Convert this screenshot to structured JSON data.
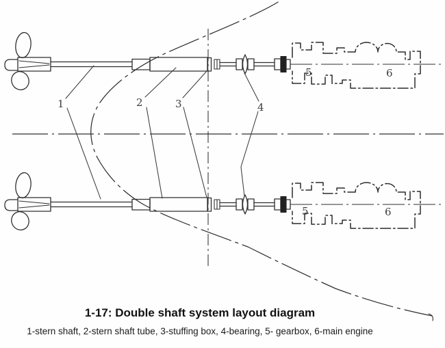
{
  "figure": {
    "title": "1-17: Double shaft system layout diagram",
    "legend": "1-stern shaft, 2-stern shaft tube, 3-stuffing box, 4-bearing, 5- gearbox, 6-main engine",
    "parts": [
      {
        "number": "1",
        "name": "stern shaft"
      },
      {
        "number": "2",
        "name": "stern shaft tube"
      },
      {
        "number": "3",
        "name": "stuffing box"
      },
      {
        "number": "4",
        "name": "bearing"
      },
      {
        "number": "5",
        "name": "gearbox"
      },
      {
        "number": "6",
        "name": "main engine"
      }
    ],
    "callouts": {
      "n1": "1",
      "n2": "2",
      "n3": "3",
      "n4": "4",
      "n5_top": "5",
      "n6_top": "6",
      "n5_bottom": "5",
      "n6_bottom": "6"
    }
  },
  "colors": {
    "ink": "#2e2e2e",
    "background": "#ffffff"
  }
}
